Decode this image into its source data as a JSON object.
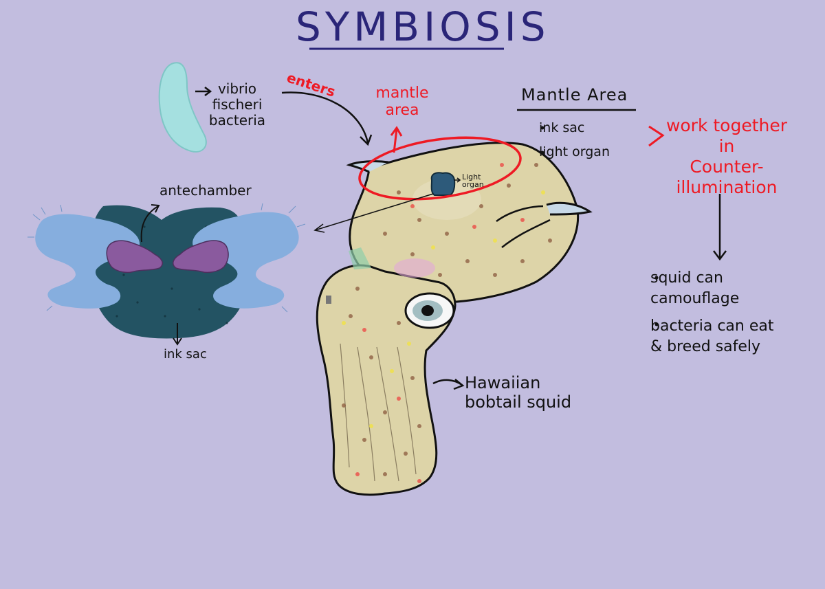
{
  "title": "SYMBIOSIS",
  "labels": {
    "bacteria": "vibrio\nfischeri\nbacteria",
    "enters": "enters",
    "mantle_area_red": "mantle\narea",
    "light_organ_small": "Light\norgan",
    "antechamber": "antechamber",
    "ink_sac_left": "ink sac",
    "squid_name": "Hawaiian\nbobtail squid"
  },
  "mantle_area": {
    "heading": "Mantle Area",
    "items": [
      "ink sac",
      "light organ"
    ]
  },
  "work_together": "work together\nin\nCounter-illumination",
  "results": [
    "squid can\ncamouflage",
    "bacteria can eat\n& breed safely"
  ],
  "colors": {
    "background": "#c2bddf",
    "title": "#2a2578",
    "accent_red": "#ee1a24",
    "bacterium": "#a5e0e0",
    "squid_body": "#ddd4a8",
    "organ_dark": "#235363",
    "organ_light": "#86aede",
    "organ_purple": "#8a5a9e"
  },
  "icons": {
    "bacterium": "rod-bacterium-icon",
    "squid": "bobtail-squid-icon",
    "organ": "light-organ-cross-section-icon"
  }
}
